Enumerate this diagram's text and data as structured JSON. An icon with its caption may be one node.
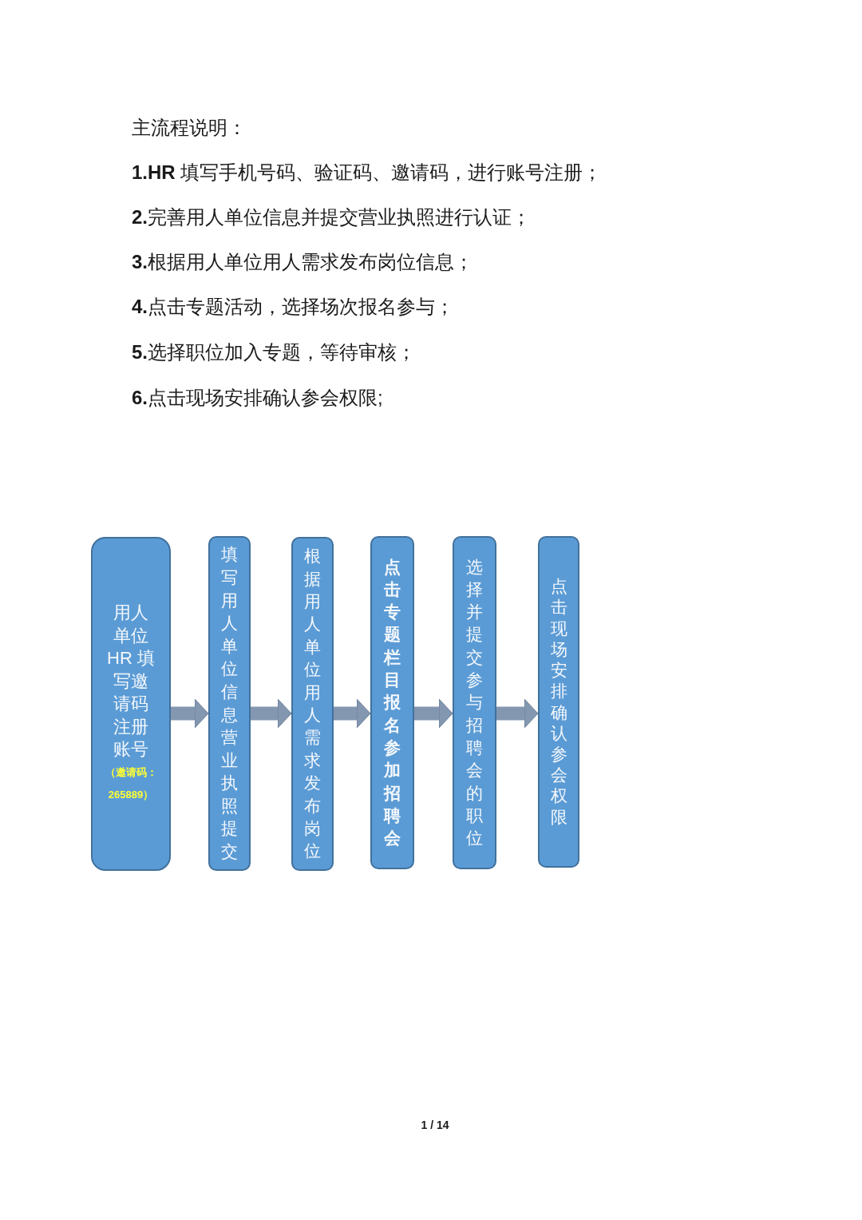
{
  "diagram": {
    "title": "主流程说明：",
    "nodes": [
      {
        "text": [
          "用人单位HR 填写邀请码注册账号",
          "（邀请码：265889）"
        ]
      },
      {
        "text": [
          "填写用人单位信息营业执照提交"
        ]
      },
      {
        "text": [
          "根据用人单位用人需求发布岗位"
        ]
      },
      {
        "text": [
          "点击专题栏目报名参加招聘会"
        ]
      },
      {
        "text": [
          "选择并提交参与招聘会的职位"
        ]
      },
      {
        "text": [
          "点击现场安排确认参会权限"
        ]
      }
    ],
    "edges": [
      {
        "from": 0,
        "to": 1,
        "arrow": "to"
      },
      {
        "from": 1,
        "to": 2,
        "arrow": "to"
      },
      {
        "from": 2,
        "to": 3,
        "arrow": "to"
      },
      {
        "from": 3,
        "to": 4,
        "arrow": "to"
      },
      {
        "from": 4,
        "to": 5,
        "arrow": "to"
      }
    ],
    "labels": [
      "**1.HR** 填写手机号码、验证码、邀请码，进行账号注册；",
      "**2.**完善用人单位信息并提交营业执照进行认证；",
      "**3.**根据用人单位用人需求发布岗位信息；",
      "**4.**点击专题活动，选择场次报名参与；",
      "**5.**选择职位加入专题，等待审核；",
      "**6.**点击现场安排确认参会权限;",
      "1 / 14"
    ]
  }
}
